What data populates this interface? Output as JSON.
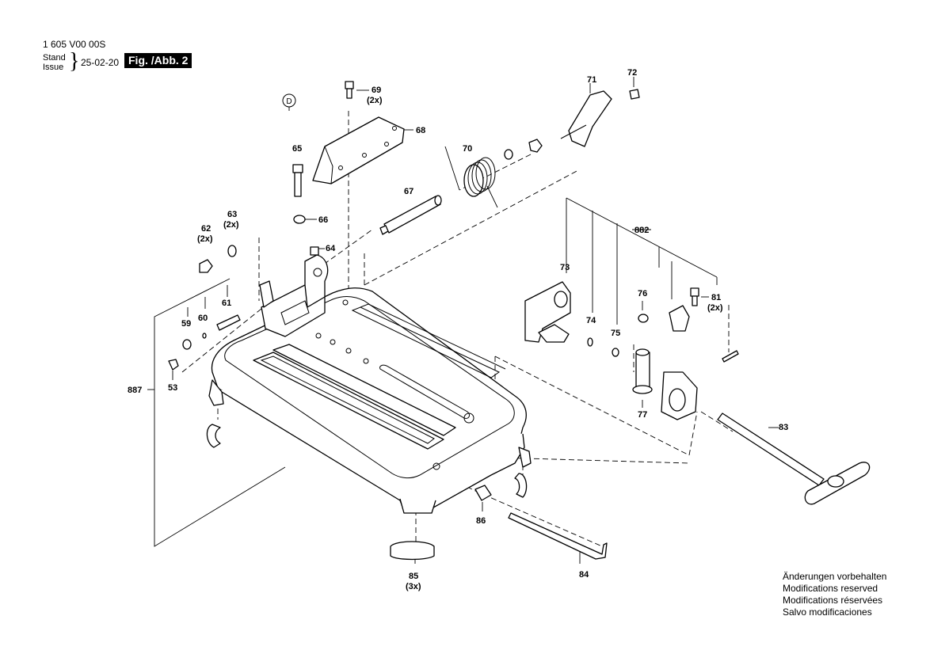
{
  "header": {
    "doc_number": "1 605 V00 00S",
    "stand_label": "Stand",
    "issue_label": "Issue",
    "brace": "}",
    "date": "25-02-20",
    "figure_label": "Fig. /Abb. 2"
  },
  "callouts": {
    "c53": "53",
    "c59": "59",
    "c60": "60",
    "c61": "61",
    "c62": "62",
    "c62q": "(2x)",
    "c63": "63",
    "c63q": "(2x)",
    "c64": "64",
    "c65": "65",
    "c66": "66",
    "c67": "67",
    "c68": "68",
    "c69": "69",
    "c69q": "(2x)",
    "c70": "70",
    "c71": "71",
    "c72": "72",
    "c73": "73",
    "c74": "74",
    "c75": "75",
    "c76": "76",
    "c77": "77",
    "c81": "81",
    "c81q": "(2x)",
    "c83": "83",
    "c84": "84",
    "c85": "85",
    "c85q": "(3x)",
    "c86": "86",
    "c882": "882",
    "c887": "887",
    "cD": "D"
  },
  "notes": [
    "Änderungen vorbehalten",
    "Modifications reserved",
    "Modifications réservées",
    "Salvo modificaciones"
  ]
}
